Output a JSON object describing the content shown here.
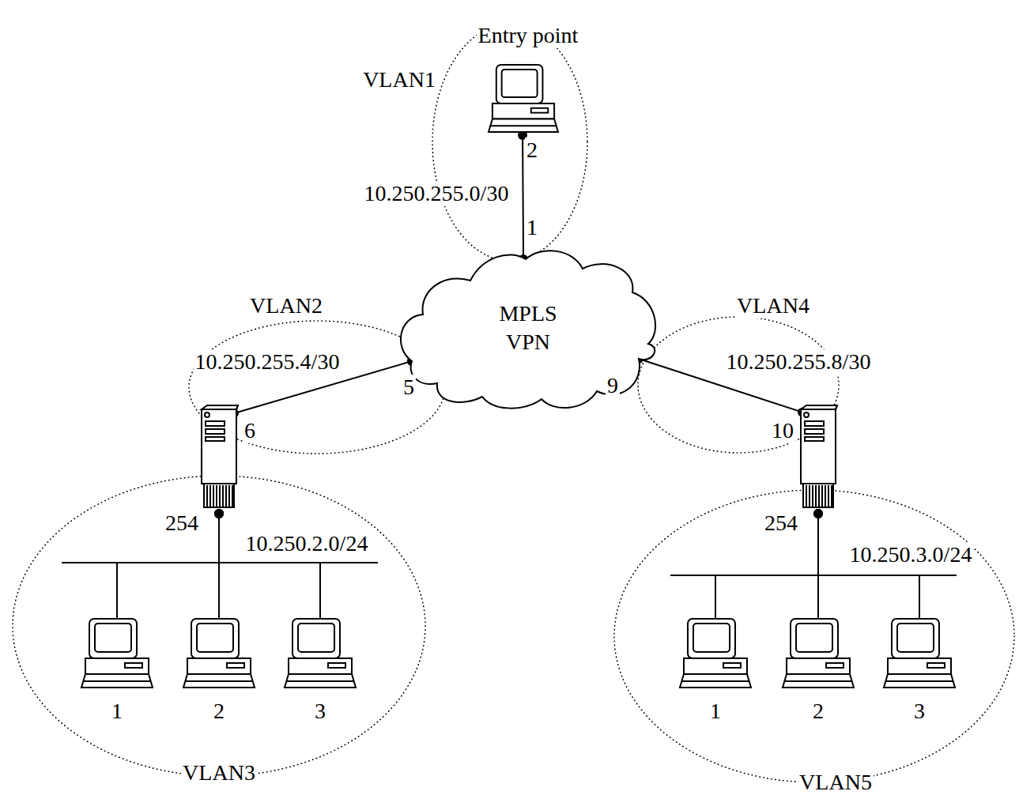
{
  "diagram": {
    "nodes": [
      {
        "text": [
          "VLAN1"
        ]
      },
      {
        "text": [
          "Entry point"
        ],
        "in": 0
      },
      {
        "text": [
          "MPLS VPN"
        ]
      },
      {
        "text": [
          "VLAN2"
        ]
      },
      {
        "text": [
          "VLAN4"
        ]
      },
      {
        "text": [
          "6",
          "254"
        ]
      },
      {
        "text": [
          "10",
          "254"
        ]
      },
      {
        "text": [
          "VLAN3"
        ]
      },
      {
        "text": [
          "1"
        ],
        "in": 7
      },
      {
        "text": [
          "2"
        ],
        "in": 7
      },
      {
        "text": [
          "3"
        ],
        "in": 7
      },
      {
        "text": [
          "VLAN5"
        ]
      },
      {
        "text": [
          "1"
        ],
        "in": 11
      },
      {
        "text": [
          "2"
        ],
        "in": 11
      },
      {
        "text": [
          "3"
        ],
        "in": 11
      }
    ],
    "edges": [
      {
        "from": 1,
        "to": 2,
        "arrow": "none",
        "label": "10.250.255.0/30"
      },
      {
        "from": 2,
        "to": 5,
        "arrow": "none",
        "label": "10.250.255.4/30"
      },
      {
        "from": 2,
        "to": 6,
        "arrow": "none",
        "label": "10.250.255.8/30"
      },
      {
        "from": 5,
        "to": 8,
        "arrow": "none"
      },
      {
        "from": 5,
        "to": 9,
        "arrow": "none"
      },
      {
        "from": 5,
        "to": 10,
        "arrow": "none"
      },
      {
        "from": 6,
        "to": 12,
        "arrow": "none"
      },
      {
        "from": 6,
        "to": 13,
        "arrow": "none"
      },
      {
        "from": 6,
        "to": 14,
        "arrow": "none"
      }
    ],
    "labels": [
      "2",
      "1",
      "5",
      "9",
      "10.250.2.0/24",
      "10.250.3.0/24"
    ]
  }
}
